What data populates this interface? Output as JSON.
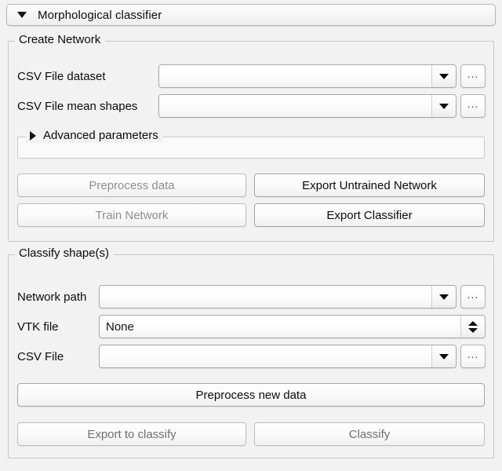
{
  "module": {
    "title": "Morphological classifier",
    "collapse_icon": "triangle-down-icon"
  },
  "create_network": {
    "legend": "Create Network",
    "fields": [
      {
        "label": "CSV File dataset",
        "value": "",
        "widget": "combobox",
        "arrow_icon": "chevron-down-icon",
        "browse_label": "..."
      },
      {
        "label": "CSV File mean shapes",
        "value": "",
        "widget": "combobox",
        "arrow_icon": "chevron-down-icon",
        "browse_label": "..."
      }
    ],
    "advanced": {
      "legend": "Advanced parameters",
      "expand_icon": "triangle-right-icon",
      "expanded": false
    },
    "buttons": [
      {
        "label": "Preprocess data",
        "state": "disabled"
      },
      {
        "label": "Export Untrained Network",
        "state": "enabled"
      },
      {
        "label": "Train Network",
        "state": "disabled"
      },
      {
        "label": "Export Classifier",
        "state": "enabled"
      }
    ]
  },
  "classify_shapes": {
    "legend": "Classify shape(s)",
    "fields": [
      {
        "label": "Network path",
        "value": "",
        "widget": "combobox",
        "arrow_icon": "chevron-down-icon",
        "browse_label": "..."
      },
      {
        "label": "VTK file",
        "value": "None",
        "widget": "spinbox",
        "arrow_icon": "spinner-updown-icon"
      },
      {
        "label": "CSV File",
        "value": "",
        "widget": "combobox",
        "arrow_icon": "chevron-down-icon",
        "browse_label": "..."
      }
    ],
    "buttons": [
      {
        "label": "Preprocess new data",
        "state": "enabled"
      },
      {
        "label": "Export to classify",
        "state": "disabled"
      },
      {
        "label": "Classify",
        "state": "disabled"
      }
    ]
  },
  "colors": {
    "window_bg": "#f2f2f2",
    "border": "#c6c6c6",
    "text": "#0a0a0a",
    "text_disabled": "#8e8e8e"
  }
}
